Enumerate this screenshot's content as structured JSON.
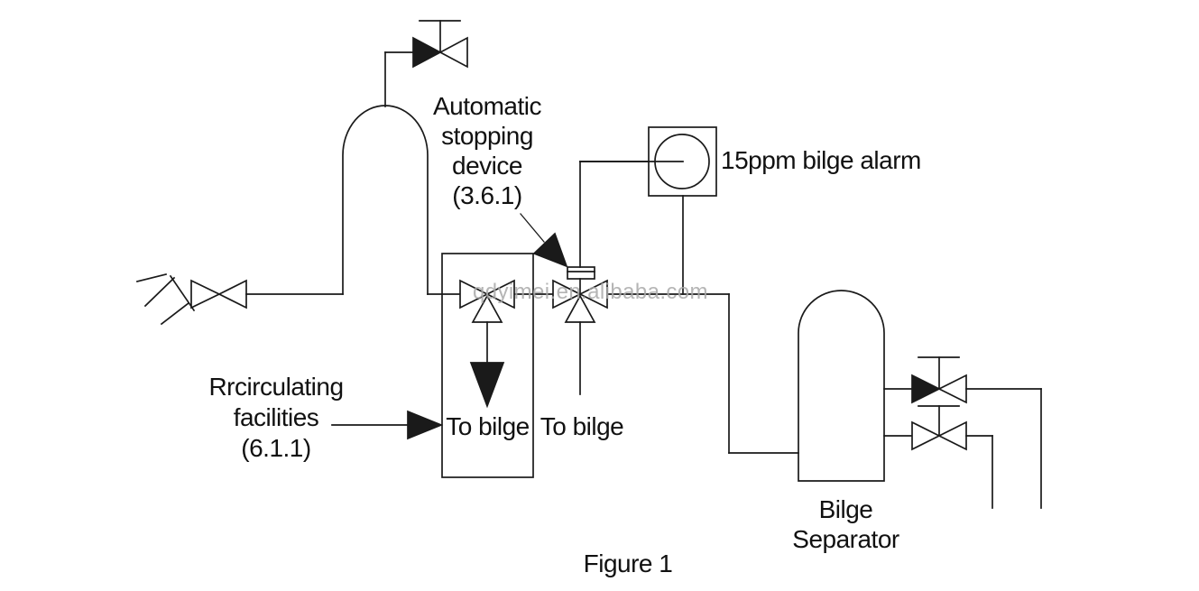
{
  "figure": {
    "caption": "Figure 1",
    "watermark": "qdyimei.en.alibaba.com"
  },
  "labels": {
    "automatic_stopping_device": [
      "Automatic",
      "stopping",
      "device",
      "(3.6.1)"
    ],
    "bilge_alarm": "15ppm bilge alarm",
    "recirculating_facilities": [
      "Rrcirculating",
      "facilities",
      "(6.1.1)"
    ],
    "to_bilge_left": "To bilge",
    "to_bilge_right": "To bilge",
    "bilge_separator": "Bilge Separator"
  },
  "icons": {
    "top_valve": "screw-down-stop-valve-icon",
    "suction_valve": "stop-valve-icon",
    "gooseneck": "gooseneck-vent-loop-icon",
    "three_way_valves": "three-way-valve-icon",
    "stopping_device": "automatic-stopping-device-icon",
    "alarm": "bilge-alarm-monitor-icon",
    "separator": "bilge-separator-tank-icon",
    "separator_valves": "screw-down-stop-valve-icon"
  },
  "colors": {
    "line": "#1a1a1a",
    "text": "#111111",
    "watermark": "#a9a9a9",
    "background": "#ffffff"
  }
}
